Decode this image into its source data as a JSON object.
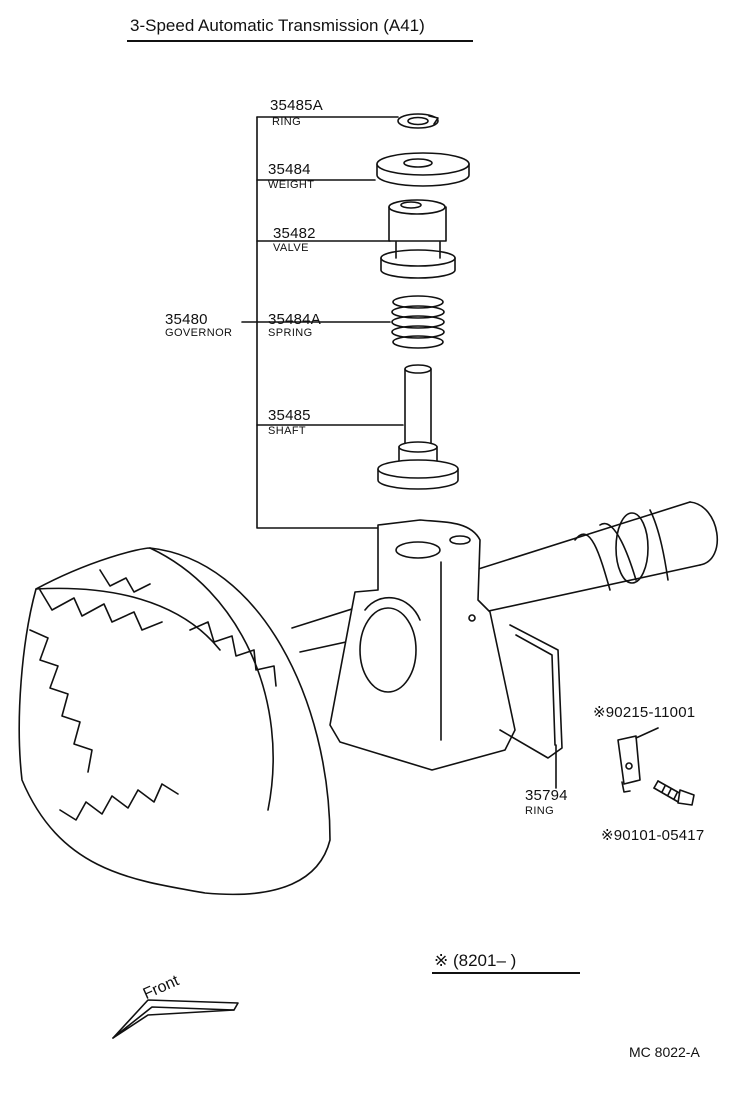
{
  "title": "3-Speed Automatic Transmission  (A41)",
  "parts": [
    {
      "number": "35485A",
      "name": "RING"
    },
    {
      "number": "35484",
      "name": "WEIGHT"
    },
    {
      "number": "35482",
      "name": "VALVE"
    },
    {
      "number": "35484A",
      "name": "SPRING"
    },
    {
      "number": "35485",
      "name": "SHAFT"
    },
    {
      "number": "35480",
      "name": "GOVERNOR"
    },
    {
      "number": "35794",
      "name": "RING"
    },
    {
      "number": "※90215-11001",
      "name": ""
    },
    {
      "number": "※90101-05417",
      "name": ""
    }
  ],
  "note": "※ (8201–        )",
  "front_label": "Front",
  "diagram_code": "MC  8022-A"
}
